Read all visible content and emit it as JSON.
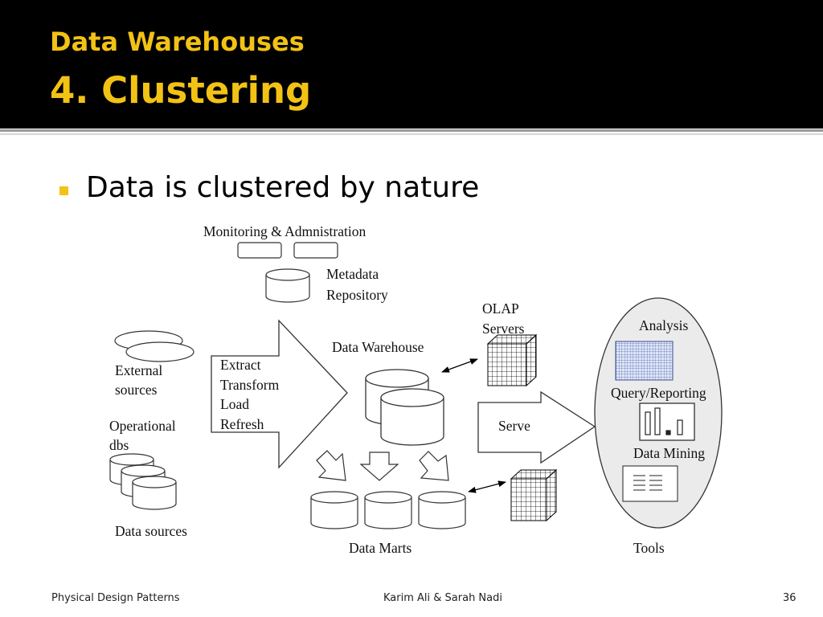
{
  "slide": {
    "title_line1": "Data Warehouses",
    "title_line2": "4. Clustering",
    "bullet": "Data is clustered by nature"
  },
  "diagram": {
    "monitoring": "Monitoring & Admnistration",
    "metadata_line1": "Metadata",
    "metadata_line2": "Repository",
    "external_line1": "External",
    "external_line2": "sources",
    "operational_line1": "Operational",
    "operational_line2": "dbs",
    "data_sources": "Data sources",
    "etl_extract": "Extract",
    "etl_transform": "Transform",
    "etl_load": "Load",
    "etl_refresh": "Refresh",
    "data_warehouse": "Data Warehouse",
    "olap_line1": "OLAP",
    "olap_line2": "Servers",
    "serve": "Serve",
    "data_marts": "Data Marts",
    "analysis": "Analysis",
    "query_reporting": "Query/Reporting",
    "data_mining": "Data Mining",
    "tools": "Tools"
  },
  "footer": {
    "left": "Physical Design Patterns",
    "center": "Karim Ali & Sarah Nadi",
    "page": "36"
  },
  "colors": {
    "header_bg": "#000000",
    "title": "#f2c214",
    "bullet_marker": "#f2c214",
    "analysis_grid": "#5a6fb5"
  }
}
